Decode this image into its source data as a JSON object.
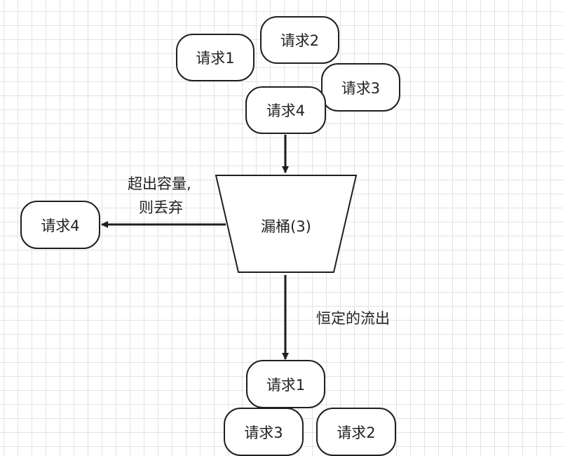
{
  "colors": {
    "stroke": "#1f1f1f",
    "grid": "#e3e3e3",
    "text": "#222222"
  },
  "incoming": {
    "req1": "请求1",
    "req2": "请求2",
    "req3": "请求3",
    "req4": "请求4"
  },
  "bucket": {
    "label": "漏桶(3)"
  },
  "overflow": {
    "label_line1": "超出容量,",
    "label_line2": "则丢弃",
    "dropped": "请求4"
  },
  "outflow": {
    "label": "恒定的流出",
    "out1": "请求1",
    "out2": "请求3",
    "out3": "请求2"
  }
}
